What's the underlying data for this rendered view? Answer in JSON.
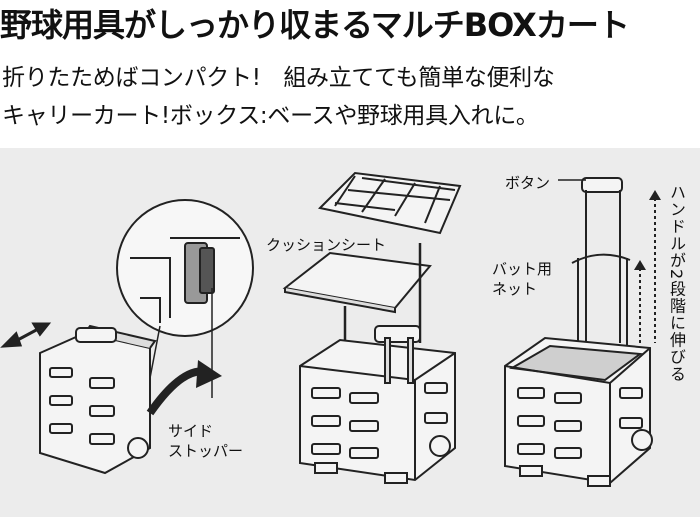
{
  "title": "野球用具がしっかり収まるマルチBOXカート",
  "description": {
    "line1": "折りたためばコンパクト!　組み立てても簡単な便利な",
    "line2": "キャリーカート!ボックス:ベースや野球用具入れに。"
  },
  "labels": {
    "side_stopper_line1": "サイド",
    "side_stopper_line2": "ストッパー",
    "cushion_sheet": "クッションシート",
    "button": "ボタン",
    "bat_net_line1": "バット用",
    "bat_net_line2": "ネット",
    "handle_extend": "ハンドルが2段階に伸びる"
  },
  "colors": {
    "figure_background": "#ececec",
    "outline": "#222222",
    "cart_fill": "#f4f4f4",
    "net_fill": "#cfcfcf"
  }
}
